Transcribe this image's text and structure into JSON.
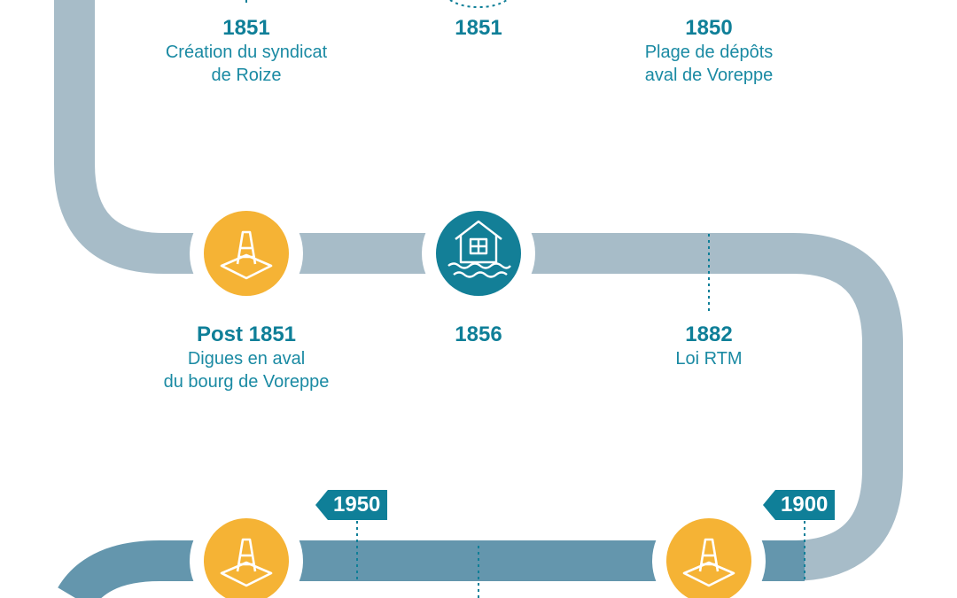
{
  "colors": {
    "track_light": "#a7bcc8",
    "track_dark": "#6496ad",
    "accent": "#0f7f98",
    "orange": "#f5b335",
    "teal_circle": "#137f97"
  },
  "events_top": [
    {
      "year": "1851",
      "text_1": "Création du syndicat",
      "text_2": "de Roize"
    },
    {
      "year": "1851",
      "text_1": "",
      "text_2": ""
    },
    {
      "year": "1850",
      "text_1": "Plage de dépôts",
      "text_2": "aval de Voreppe"
    }
  ],
  "events_middle": [
    {
      "year": "Post 1851",
      "text_1": "Digues en aval",
      "text_2": "du bourg de Voreppe",
      "icon": "traffic-cone-icon"
    },
    {
      "year": "1856",
      "text_1": "",
      "text_2": "",
      "icon": "flooded-house-icon"
    },
    {
      "year": "1882",
      "text_1": "Loi RTM",
      "text_2": ""
    }
  ],
  "era_flags": [
    "1950",
    "1900"
  ],
  "bottom_icons": [
    "traffic-cone-icon",
    "traffic-cone-icon"
  ]
}
